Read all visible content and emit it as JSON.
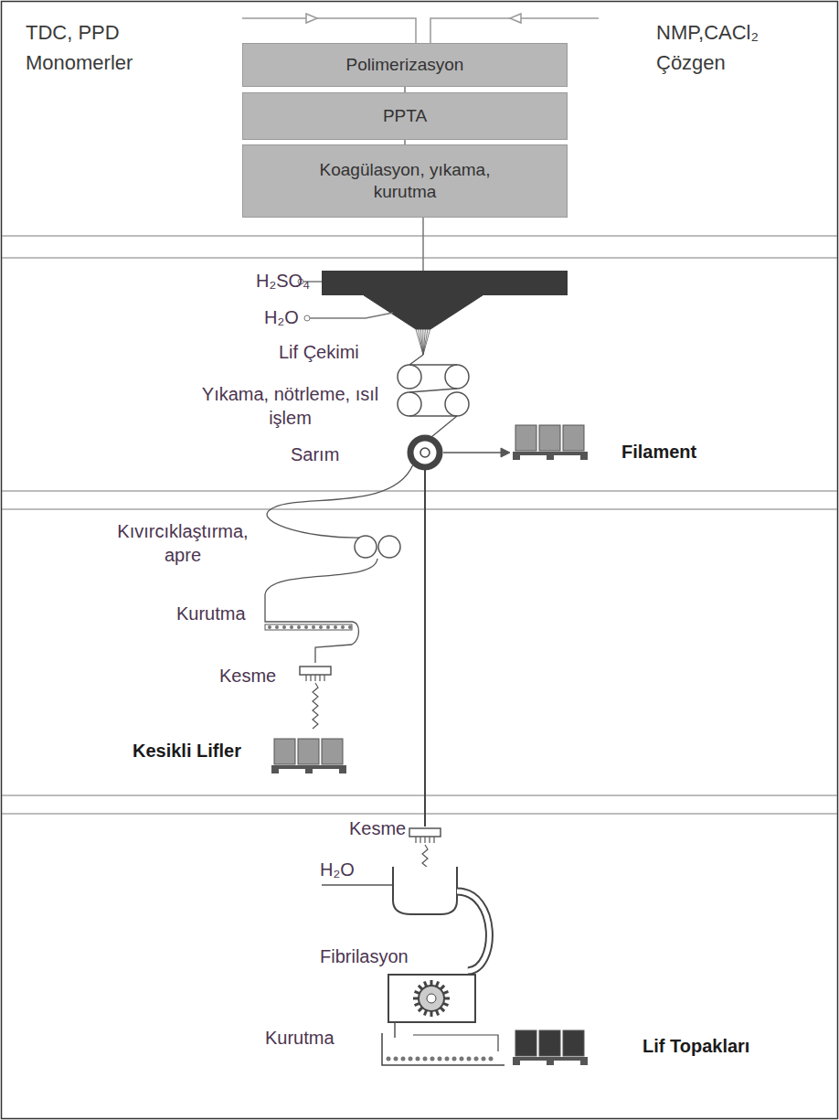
{
  "diagram": {
    "nodes": [
      {
        "text": [
          "Polimerizasyon"
        ]
      },
      {
        "text": [
          "PPTA"
        ]
      },
      {
        "text": [
          "Koagülasyon, yıkama, kurutma"
        ]
      }
    ],
    "edges": [
      {
        "from": 0,
        "to": 1,
        "arrow": "none"
      },
      {
        "from": 1,
        "to": 2,
        "arrow": "none"
      }
    ],
    "labels": [
      "TDC, PPD",
      "Monomerler",
      "NMP,CACl₂",
      "Çözgen",
      "H₂SO₄",
      "H₂O",
      "Lif Çekimi",
      "Yıkama, nötrleme, ısıl işlem",
      "Sarım",
      "Filament",
      "Kıvırcıklaştırma, apre",
      "Kurutma",
      "Kesme",
      "Kesikli Lifler",
      "Kesme",
      "H₂O",
      "Fibrilasyon",
      "Kurutma",
      "Lif Topakları"
    ]
  }
}
